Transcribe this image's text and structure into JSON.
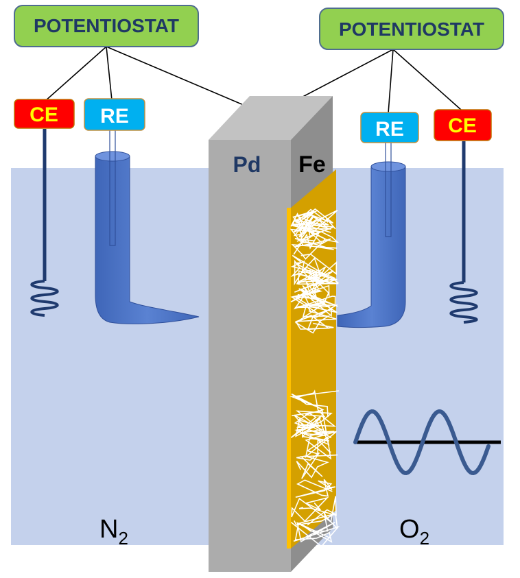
{
  "left_potentiostat": {
    "label": "POTENTIOSTAT"
  },
  "right_potentiostat": {
    "label": "POTENTIOSTAT"
  },
  "left_ce": {
    "label": "CE"
  },
  "left_re": {
    "label": "RE"
  },
  "right_re": {
    "label": "RE"
  },
  "right_ce": {
    "label": "CE"
  },
  "membrane": {
    "pd_label": "Pd",
    "fe_label": "Fe"
  },
  "left_gas": {
    "symbol": "N",
    "subscript": "2"
  },
  "right_gas": {
    "symbol": "O",
    "subscript": "2"
  },
  "colors": {
    "potentiostat_fill": "#92d050",
    "potentiostat_border": "#4f6d8f",
    "ce_fill": "#ff0000",
    "ce_text": "#ffff00",
    "re_fill": "#00b0f0",
    "re_text": "#ffffff",
    "solution": "#c4d1ec",
    "pd_front": "#acacac",
    "pd_top": "#c2c2c2",
    "pd_side": "#8e8e8e",
    "fe_layer": "#d4a000",
    "wire": "#1f3a6e",
    "re_tube": "#4a74c8",
    "sine_wave": "#3a5a90"
  }
}
